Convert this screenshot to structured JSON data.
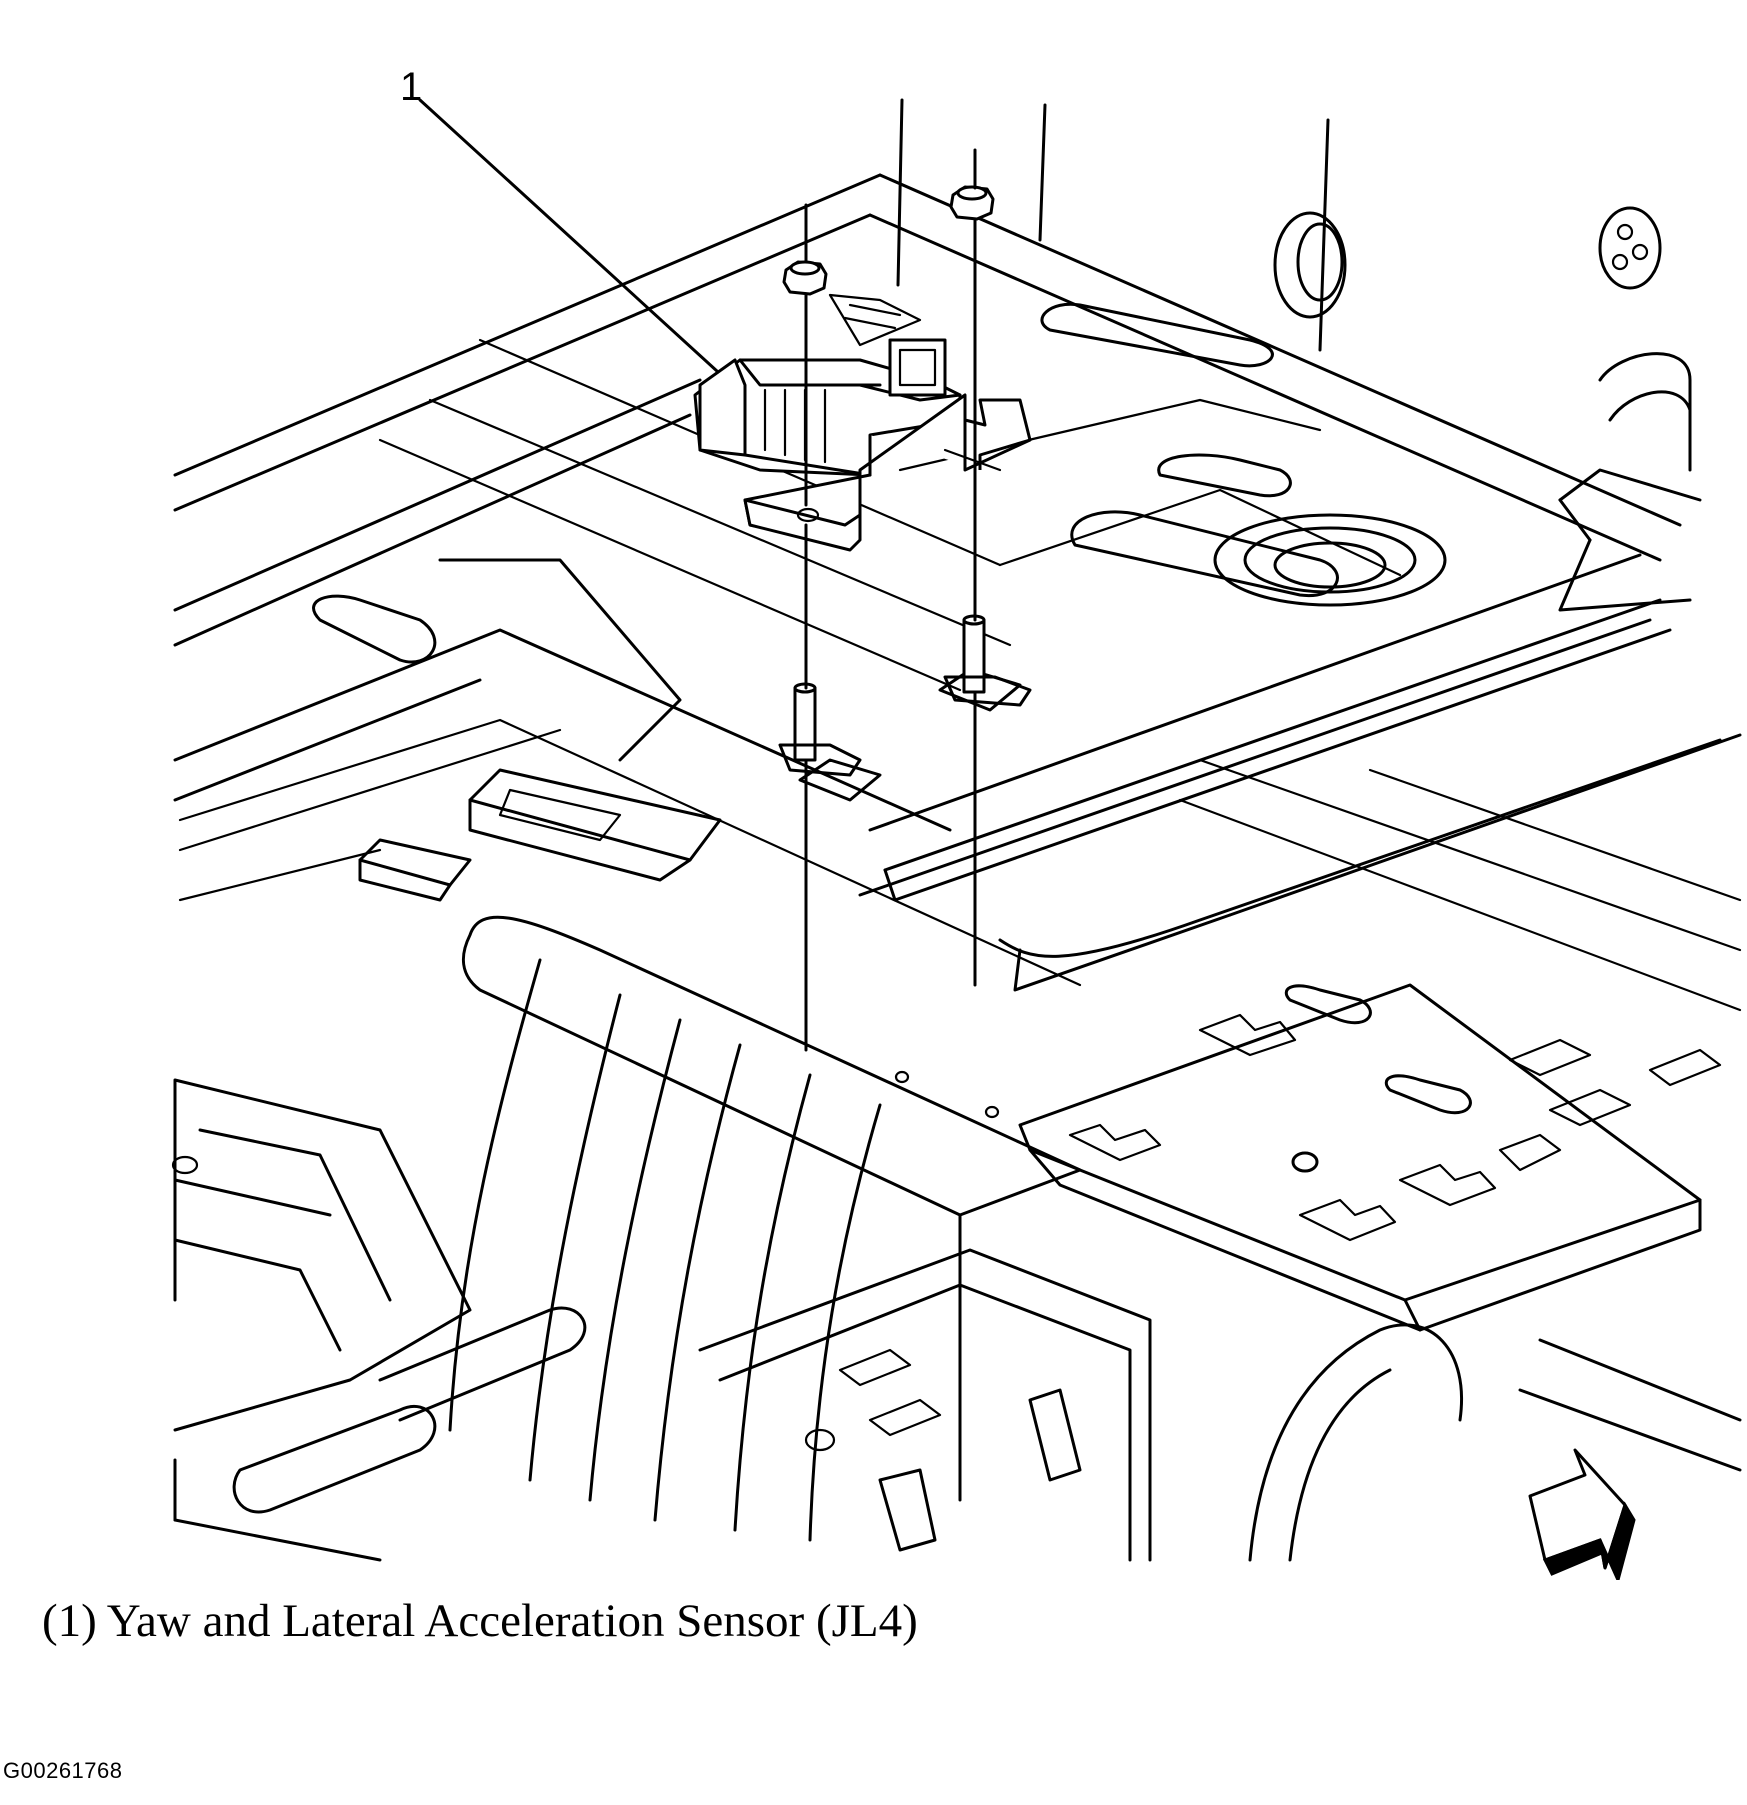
{
  "diagram": {
    "callouts": [
      {
        "number": "1"
      }
    ],
    "caption": "(1) Yaw and Lateral Acceleration Sensor (JL4)",
    "figure_id": "G00261768",
    "icons": [
      "front-direction-arrow-icon",
      "nut-icon",
      "stud-icon",
      "grommet-icon"
    ]
  }
}
